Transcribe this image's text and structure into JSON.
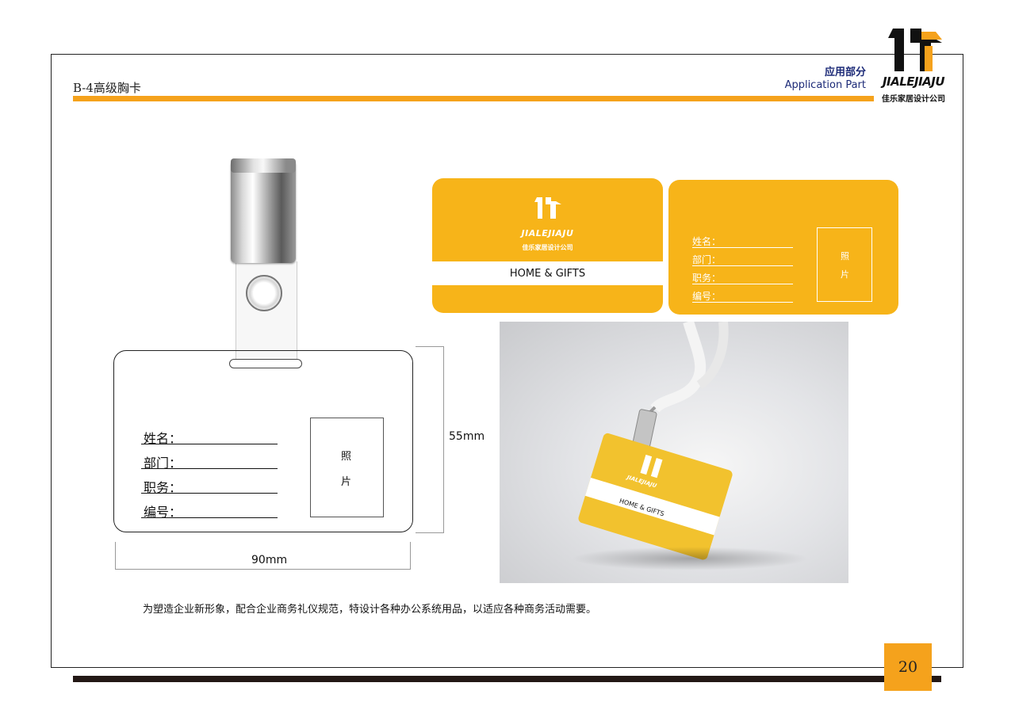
{
  "header": {
    "section_title": "B-4高级胸卡",
    "category_cn": "应用部分",
    "category_en": "Application Part"
  },
  "logo": {
    "wordmark": "JIALEJIAJU",
    "subtitle": "佳乐家居设计公司",
    "icon": "jialejiaju-logo-icon"
  },
  "tech_drawing": {
    "fields": [
      "姓名：",
      "部门：",
      "职务：",
      "编号："
    ],
    "photo_chars": [
      "照",
      "片"
    ],
    "height_label": "55mm",
    "width_label": "90mm"
  },
  "card_front": {
    "wordmark": "JIALEJIAJU",
    "subtitle": "佳乐家居设计公司",
    "band_text": "HOME & GIFTS"
  },
  "card_back": {
    "fields": [
      "姓名：",
      "部门：",
      "职务：",
      "编号："
    ],
    "photo_chars": [
      "照",
      "片"
    ]
  },
  "mockup": {
    "band_text": "HOME & GIFTS",
    "wordmark": "JIALEJIAJU"
  },
  "caption": "为塑造企业新形象，配合企业商务礼仪规范，特设计各种办公系统用品，以适应各种商务活动需要。",
  "page_number": "20",
  "colors": {
    "accent": "#f5a21c",
    "card_yellow": "#f7b419",
    "navy": "#1d2b78",
    "dark_rule": "#231815"
  }
}
